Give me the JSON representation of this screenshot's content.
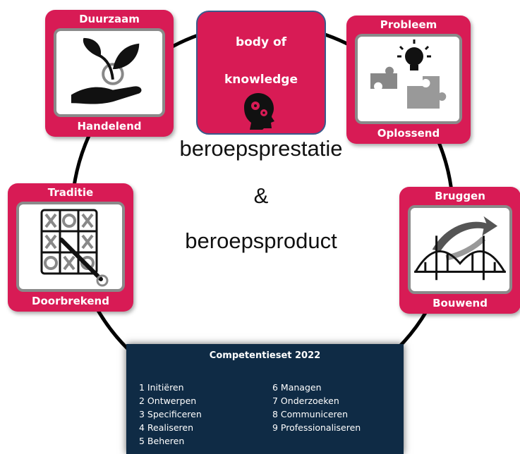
{
  "center_lines": [
    "beroepsprestatie",
    "&",
    "beroepsproduct"
  ],
  "body_of_knowledge": {
    "line1": "body of",
    "line2": "knowledge",
    "icon": "head-gears-icon"
  },
  "cards": {
    "duurzaam": {
      "top": "Duurzaam",
      "bottom": "Handelend",
      "icon": "hand-plant-icon"
    },
    "probleem": {
      "top": "Probleem",
      "bottom": "Oplossend",
      "icon": "lightbulb-puzzle-icon"
    },
    "traditie": {
      "top": "Traditie",
      "bottom": "Doorbrekend",
      "icon": "tic-tac-toe-icon"
    },
    "bruggen": {
      "top": "Bruggen",
      "bottom": "Bouwend",
      "icon": "bridge-icon"
    }
  },
  "competenties": {
    "title": "Competentieset 2022",
    "col1": [
      "1 Initiëren",
      "2 Ontwerpen",
      "3 Specificeren",
      "4 Realiseren",
      "5 Beheren"
    ],
    "col2": [
      "6 Managen",
      "7 Onderzoeken",
      "8 Communiceren",
      "9 Professionaliseren"
    ]
  },
  "colors": {
    "accent": "#d81b55",
    "panel": "#0f2b45",
    "ring": "#000000"
  }
}
